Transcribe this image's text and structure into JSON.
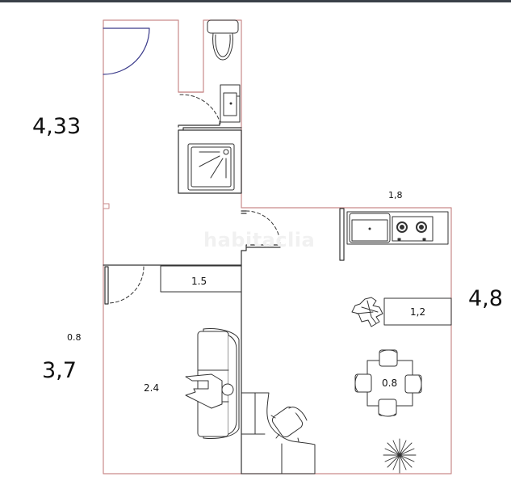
{
  "plan": {
    "watermark": "habitaclia",
    "colors": {
      "wall_outline": "#c98a8a",
      "lines": "#333333",
      "door_arc": "#3a3a8a",
      "topbar": "#3a4048"
    },
    "dimensions": {
      "upper_height": "4,33",
      "lower_height": "3,7",
      "right_height": "4,8",
      "kitchen_width": "1,8",
      "left_small": "0.8"
    },
    "furniture_labels": {
      "shelf": "1.5",
      "sofa_area": "2.4",
      "counter": "1,2",
      "dining_table": "0.8"
    },
    "rooms": [
      {
        "name": "entrance-hall"
      },
      {
        "name": "bathroom"
      },
      {
        "name": "living-room"
      },
      {
        "name": "kitchen-dining"
      }
    ],
    "icons": [
      "toilet-icon",
      "sink-icon",
      "shower-icon",
      "stove-icon",
      "kitchen-sink-icon",
      "sofa-icon",
      "person-icon",
      "desk-icon",
      "office-chair-icon",
      "dining-table-icon",
      "chair-icon",
      "plant-icon"
    ]
  }
}
